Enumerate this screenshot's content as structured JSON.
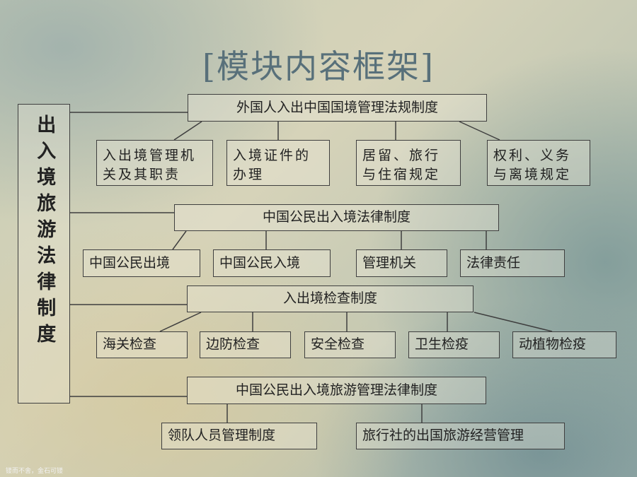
{
  "title": "[模块内容框架]",
  "root": "出入境旅游法律制度",
  "branches": [
    {
      "label": "外国人入出中国国境管理法规制度",
      "children": [
        "入出境管理机关及其职责",
        "入境证件的办理",
        "居留、旅行与住宿规定",
        "权利、义务与离境规定"
      ]
    },
    {
      "label": "中国公民出入境法律制度",
      "children": [
        "中国公民出境",
        "中国公民入境",
        "管理机关",
        "法律责任"
      ]
    },
    {
      "label": "入出境检查制度",
      "children": [
        "海关检查",
        "边防检查",
        "安全检查",
        "卫生检疫",
        "动植物检疫"
      ]
    },
    {
      "label": "中国公民出入境旅游管理法律制度",
      "children": [
        "领队人员管理制度",
        "旅行社的出国旅游经营管理"
      ]
    }
  ],
  "footer": "镂而不舍，金石可镂"
}
